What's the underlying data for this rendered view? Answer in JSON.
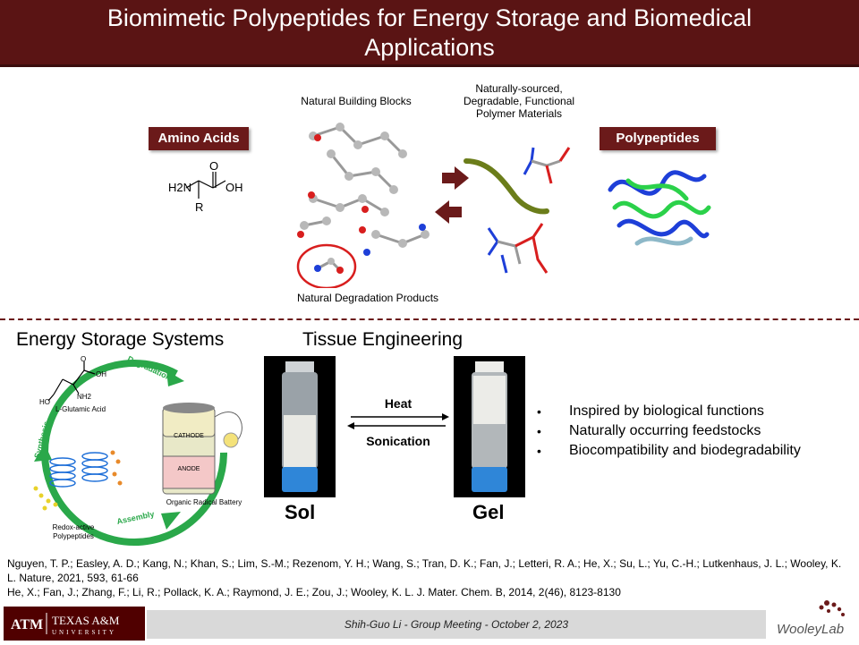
{
  "header": {
    "title_line1": "Biomimetic Polypeptides for Energy Storage and Biomedical",
    "title_line2": "Applications"
  },
  "top_section": {
    "amino_acids_label": "Amino Acids",
    "polypeptides_label": "Polypeptides",
    "natural_building_blocks": "Natural Building Blocks",
    "naturally_sourced": [
      "Naturally-sourced,",
      "Degradable, Functional",
      "Polymer Materials"
    ],
    "natural_degradation_products": "Natural Degradation Products",
    "amino_structure": {
      "h2n": "H2N",
      "o": "O",
      "oh": "OH",
      "r": "R"
    }
  },
  "energy_section": {
    "title": "Energy Storage Systems",
    "degradation": "Degradation",
    "synthesis": "Synthesis",
    "assembly": "Assembly",
    "glutamic_acid": "L-Glutamic Acid",
    "cathode": "CATHODE",
    "anode": "ANODE",
    "organic_radical_battery": "Organic Radical Battery",
    "redox_line1": "Redox-active",
    "redox_line2": "Polypeptides",
    "chem_o": "O",
    "chem_oh": "OH",
    "chem_ho": "HO",
    "chem_nh2": "NH2"
  },
  "tissue_section": {
    "title": "Tissue Engineering",
    "heat": "Heat",
    "sonication": "Sonication",
    "sol": "Sol",
    "gel": "Gel"
  },
  "bullets": [
    "Inspired by biological functions",
    "Naturally  occurring feedstocks",
    "Biocompatibility and biodegradability"
  ],
  "references": {
    "ref1": "Nguyen, T. P.; Easley, A. D.; Kang, N.; Khan, S.; Lim, S.-M.; Rezenom, Y. H.; Wang, S.; Tran, D. K.; Fan, J.; Letteri, R. A.; He, X.; Su, L.; Yu, C.-H.; Lutkenhaus, J. L.; Wooley, K. L. Nature, 2021, 593, 61-66",
    "ref2": "He, X.; Fan, J.; Zhang, F.; Li, R.; Pollack, K. A.; Raymond, J. E.; Zou, J.; Wooley, K. L. J. Mater. Chem. B, 2014, 2(46), 8123-8130"
  },
  "footer": {
    "presenter": "Shih-Guo Li - Group Meeting - October 2, 2023",
    "tamu_name": "TEXAS A&M",
    "tamu_sub": "UNIVERSITY",
    "tamu_mark": "ATM",
    "wooley_lab": "WooleyLab"
  },
  "colors": {
    "maroon": "#5a1414",
    "label_box": "#6b1a1a",
    "green_ring": "#2aa84a"
  }
}
